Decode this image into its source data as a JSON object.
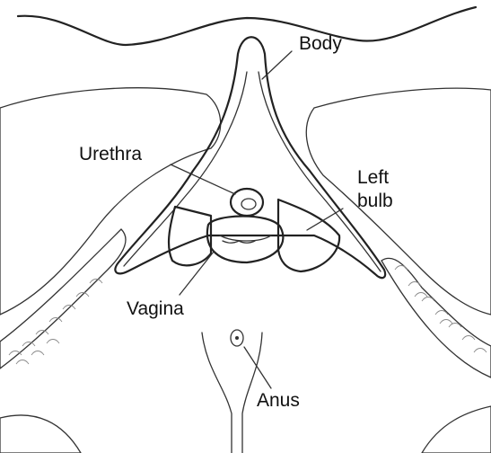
{
  "labels": {
    "body": "Body",
    "urethra": "Urethra",
    "left_line1": "Left",
    "left_line2": "bulb",
    "vagina": "Vagina",
    "anus": "Anus"
  },
  "colors": {
    "paper": "#ffffff",
    "organ_fill": "#e6e6e6",
    "tissue_fill": "#eeeeee",
    "outline": "#222222"
  }
}
